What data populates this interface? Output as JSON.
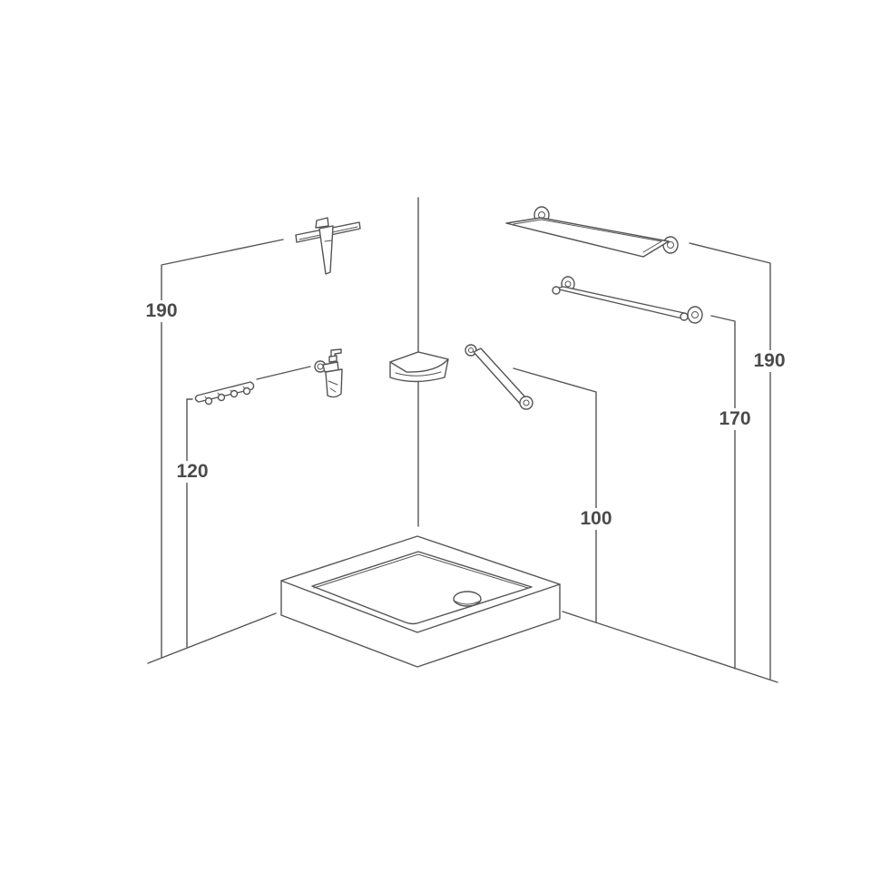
{
  "dimensions": {
    "squeegee_height": "190",
    "hooks_height": "120",
    "grab_bar_height": "100",
    "towel_bar_height": "170",
    "towel_rack_height": "190"
  },
  "colors": {
    "line": "#555555",
    "text": "#4a4a4a",
    "background": "#ffffff"
  },
  "icons": [
    "squeegee-icon",
    "soap-dispenser-icon",
    "towel-hooks-icon",
    "corner-shelf-icon",
    "grab-bar-icon",
    "towel-rack-icon",
    "towel-bar-icon",
    "shower-tray-icon"
  ]
}
